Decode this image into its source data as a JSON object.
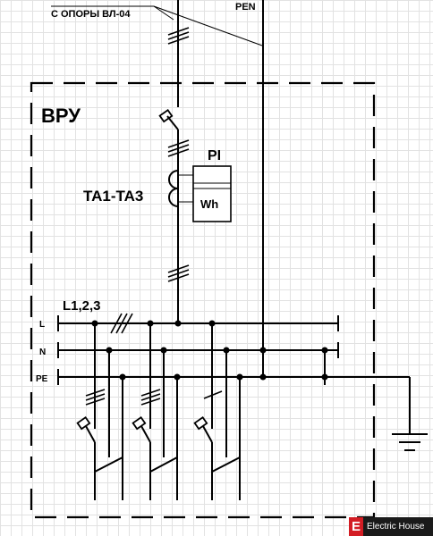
{
  "labels": {
    "source": "С ОПОРЫ ВЛ-04",
    "pen": "PEN",
    "board": "ВРУ",
    "meter_tag": "PI",
    "meter_unit": "Wh",
    "transformers": "TA1-TA3",
    "phases": "L1,2,3"
  },
  "busbars": {
    "l": "L",
    "n": "N",
    "pe": "PE"
  },
  "brand": {
    "badge": "E",
    "name": "Electric House"
  }
}
